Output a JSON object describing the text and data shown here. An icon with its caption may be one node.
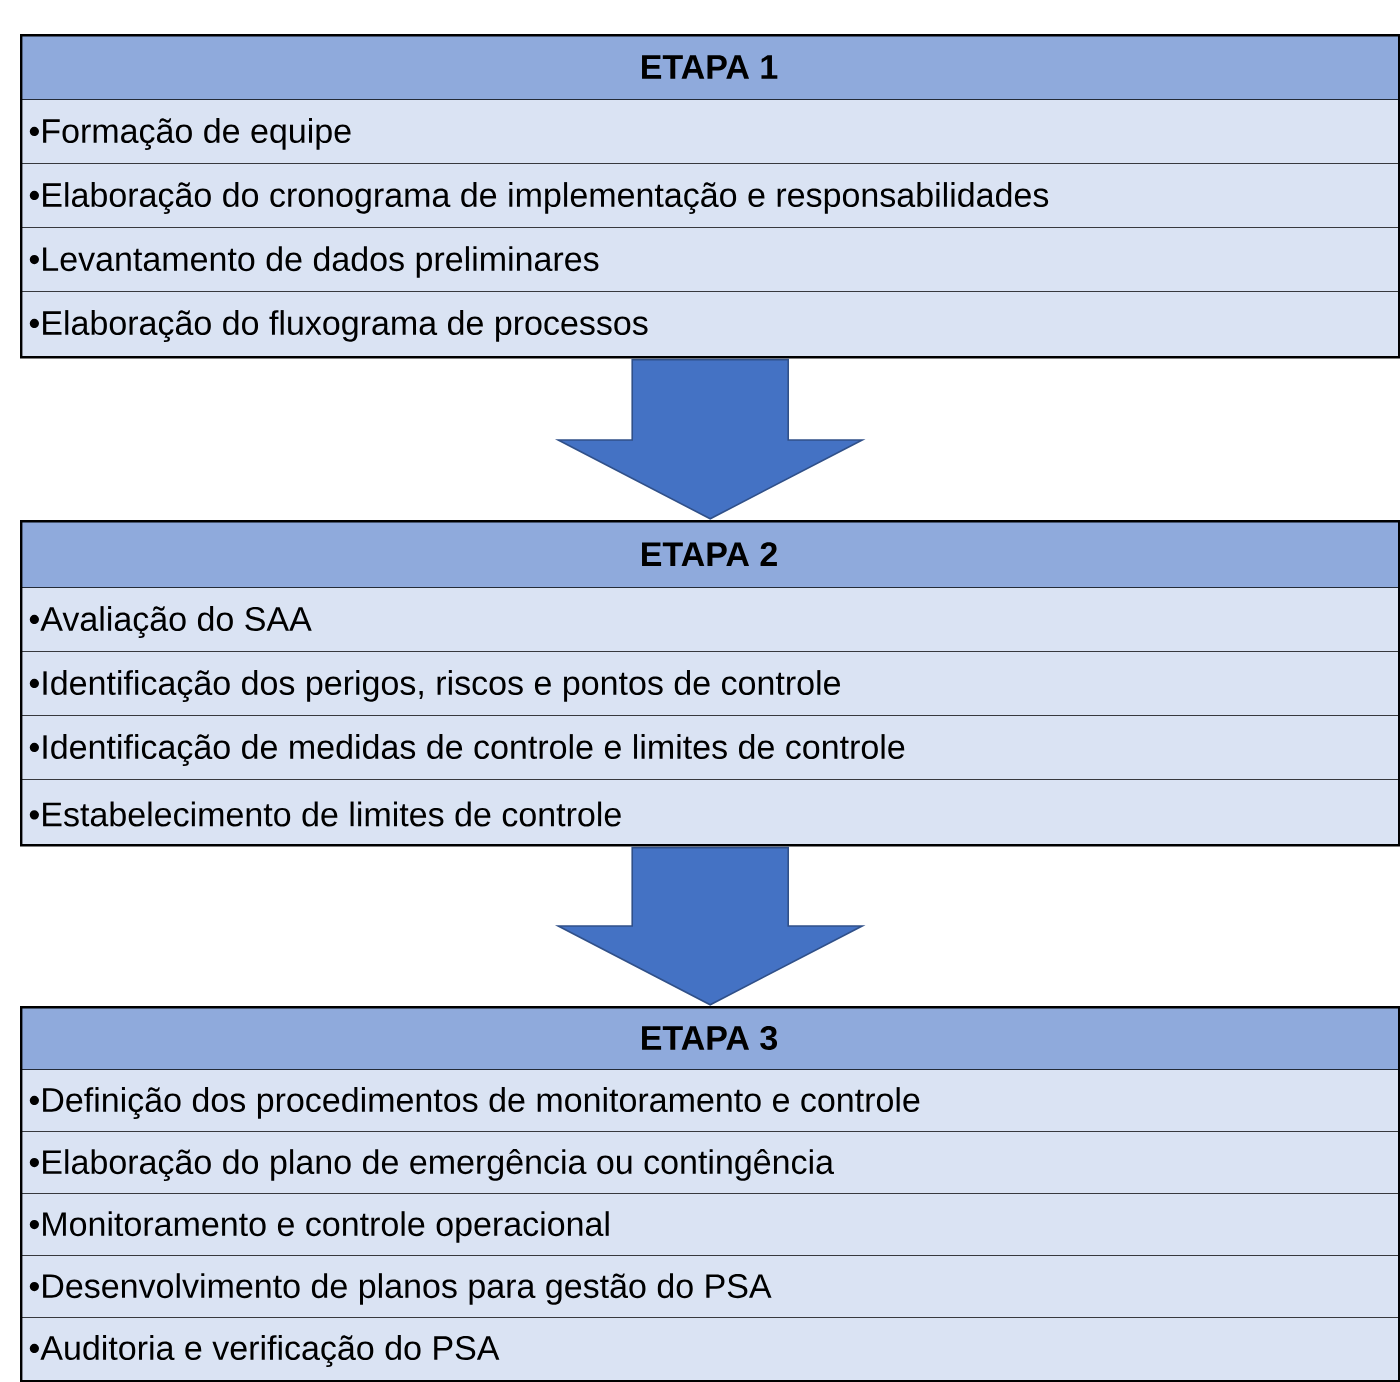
{
  "diagram": {
    "nodes": [
      {
        "text": [
          "ETAPA 1",
          "•Formação de equipe",
          "•Elaboração do cronograma de implementação e responsabilidades",
          "•Levantamento de dados preliminares",
          "•Elaboração do fluxograma de processos"
        ]
      },
      {
        "text": [
          "ETAPA 2",
          "•Avaliação do SAA",
          "•Identificação dos perigos, riscos e pontos de controle",
          "•Identificação de medidas de controle e limites de controle",
          "•Estabelecimento de limites de controle"
        ]
      },
      {
        "text": [
          "ETAPA 3",
          "•Definição dos procedimentos de monitoramento e controle",
          "•Elaboração do plano de emergência ou contingência",
          "•Monitoramento e controle operacional",
          "•Desenvolvimento de planos para gestão do PSA",
          "•Auditoria e verificação do PSA"
        ]
      }
    ],
    "edges": [
      {
        "from": 0,
        "to": 1,
        "arrow": "to"
      },
      {
        "from": 1,
        "to": 2,
        "arrow": "to"
      }
    ]
  }
}
